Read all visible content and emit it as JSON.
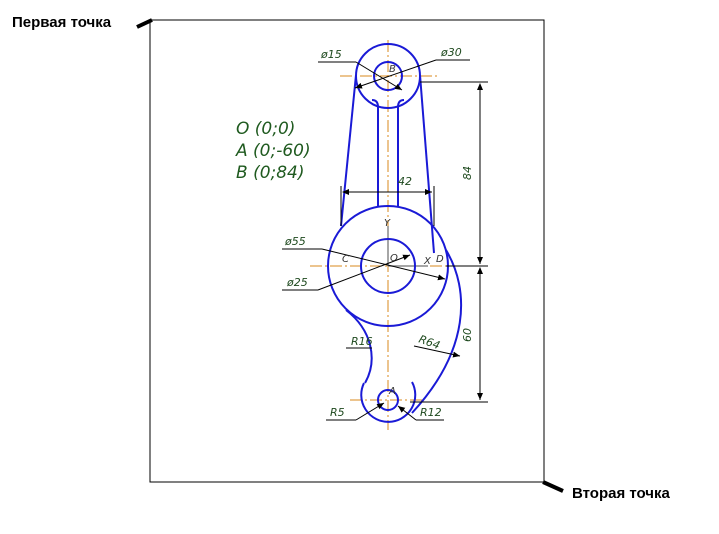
{
  "corner_labels": {
    "first_point": "Первая точка",
    "second_point": "Вторая точка"
  },
  "coordinates": {
    "o": "O (0;0)",
    "a": "A (0;-60)",
    "b": "B (0;84)"
  },
  "dimensions": {
    "d15": "ø15",
    "d30": "ø30",
    "w42": "42",
    "h84": "84",
    "d55": "ø55",
    "d25": "ø25",
    "r16": "R16",
    "r64": "R64",
    "h60": "60",
    "r5": "R5",
    "r12": "R12"
  },
  "point_labels": {
    "b": "B",
    "o": "O",
    "a": "A",
    "c": "C",
    "d": "D",
    "x_axis": "X",
    "y_axis": "Y"
  },
  "colors": {
    "contour": "#1a1ad6",
    "center_line": "#d98a1c",
    "dimension_line": "#000000",
    "coordinate_text": "#1f5a1f",
    "axis": "#888888"
  }
}
